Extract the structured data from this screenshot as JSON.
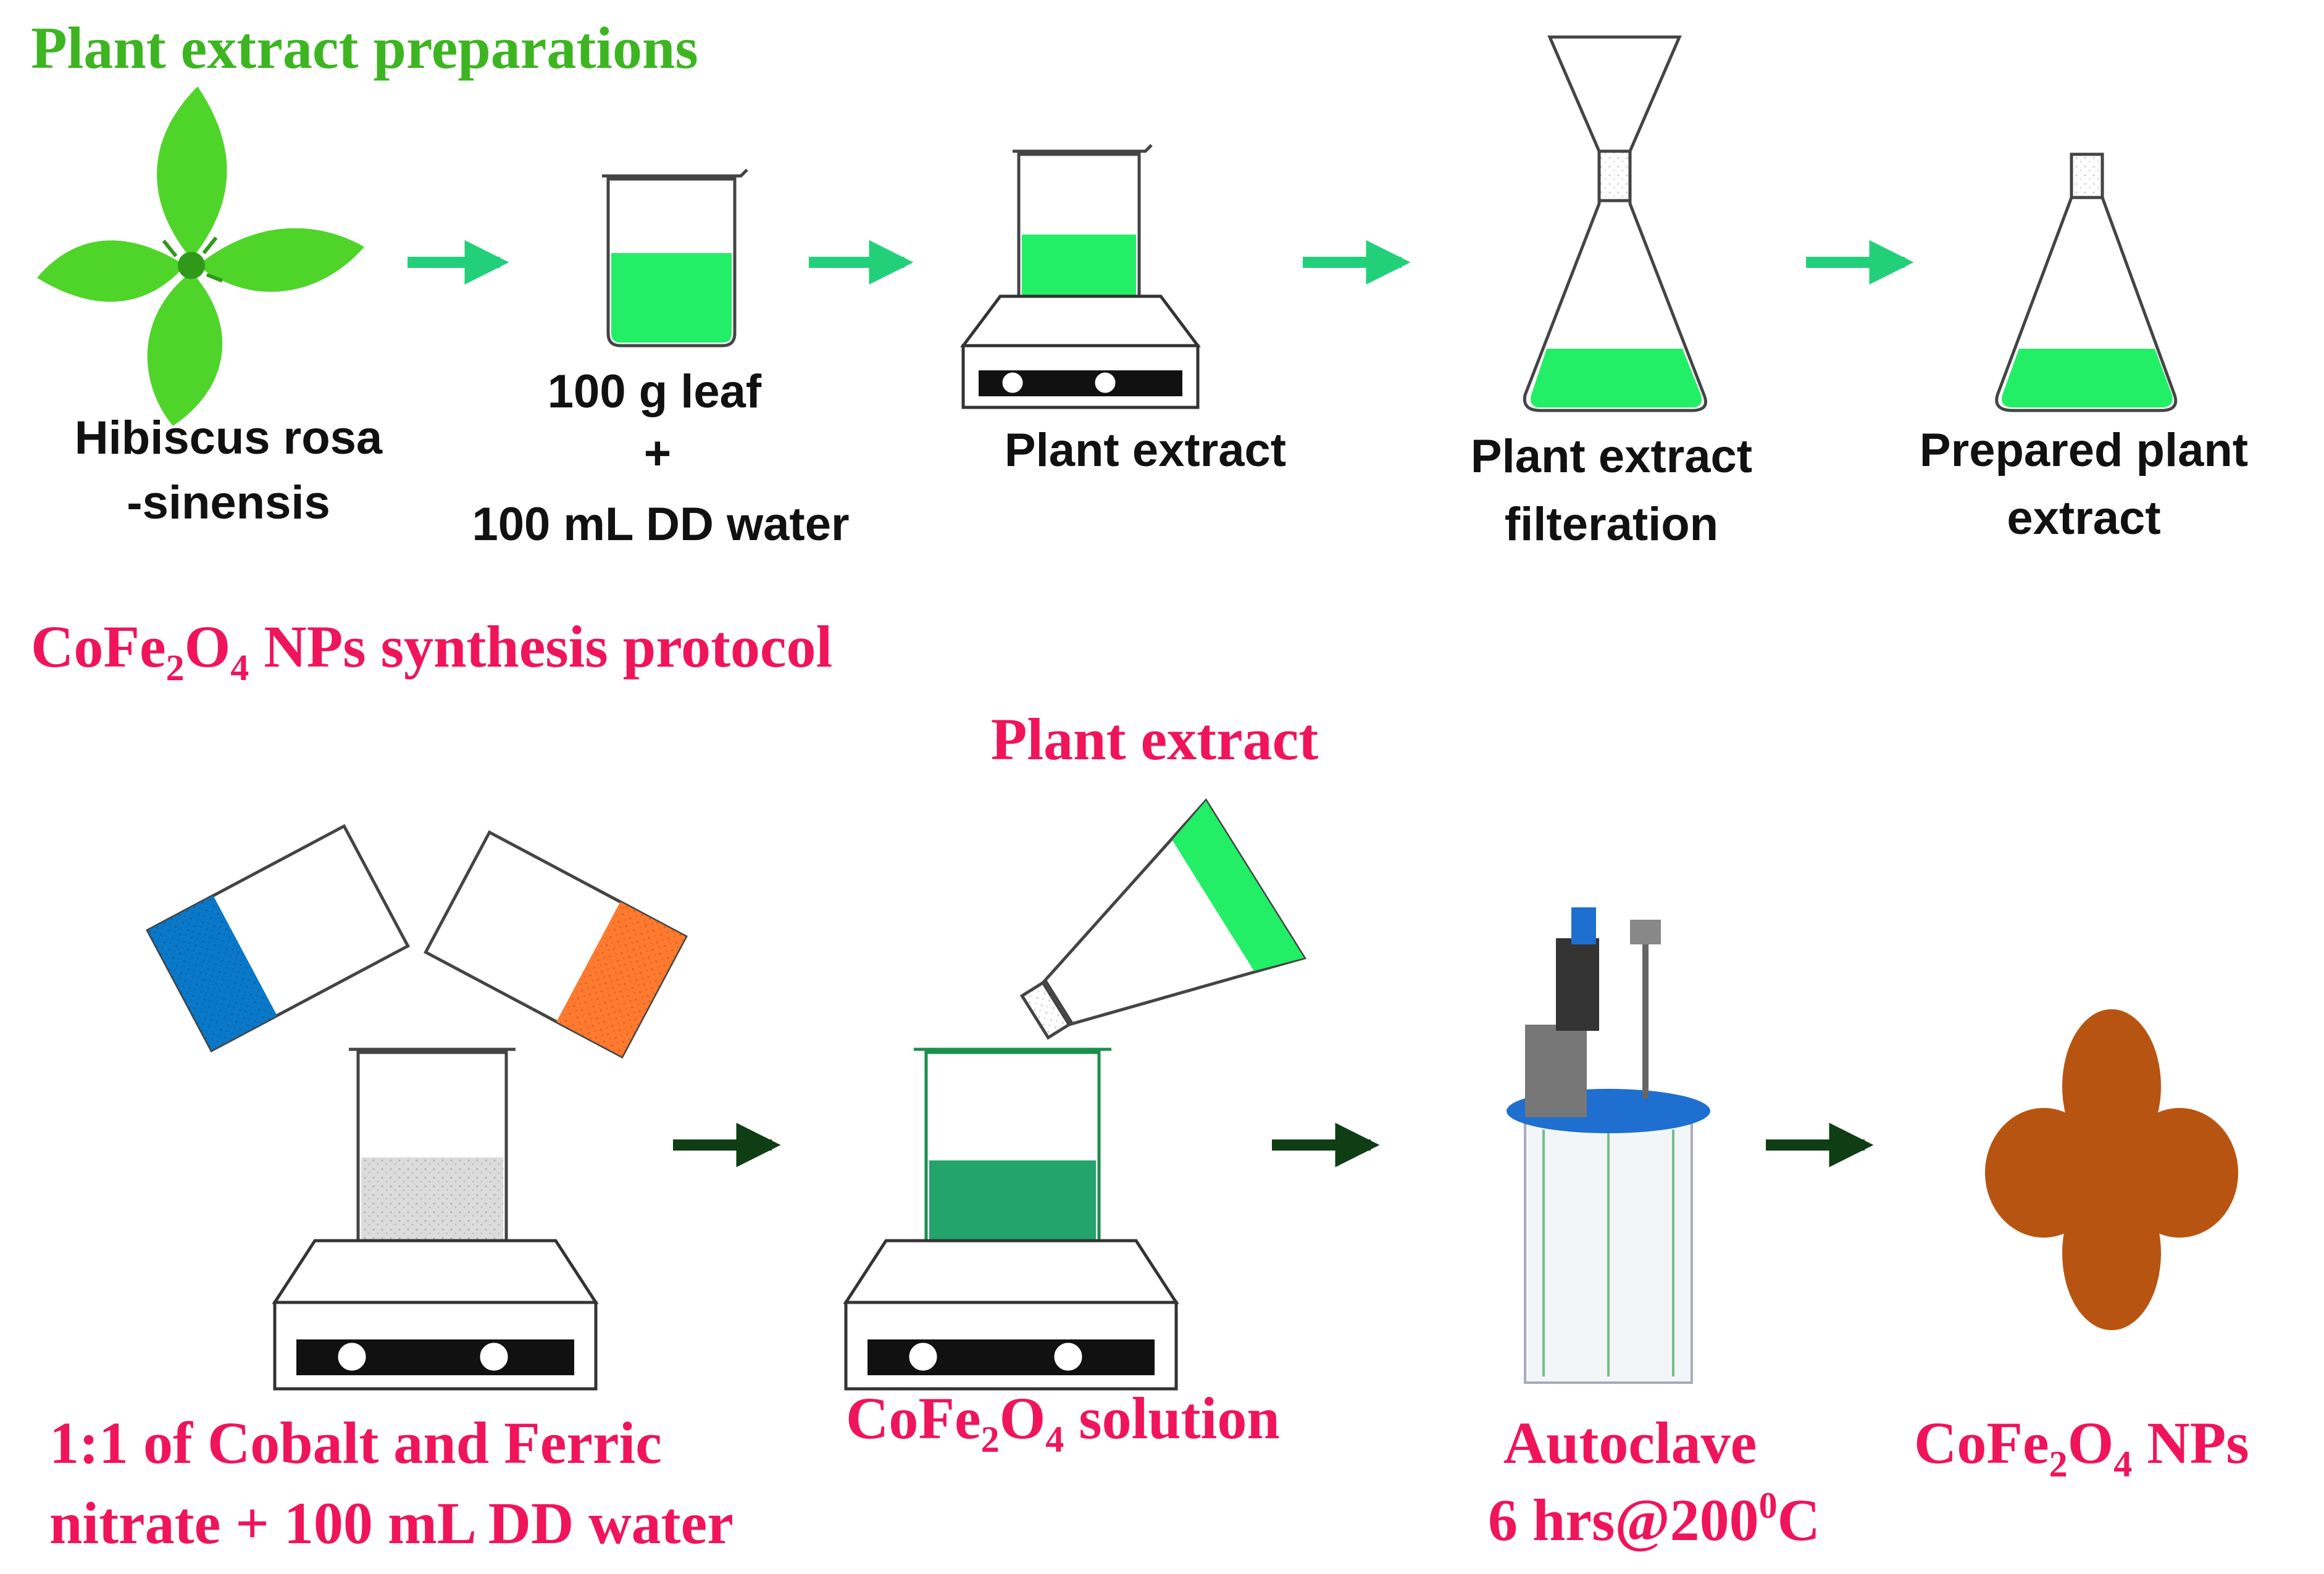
{
  "section1": {
    "title": "Plant extract preparations",
    "labels": {
      "hibiscus_line1": "Hibiscus rosa",
      "hibiscus_line2": "-sinensis",
      "mix_line1": "100 g leaf",
      "mix_line2": "+",
      "mix_line3": "100 mL DD water",
      "plant_extract": "Plant extract",
      "filtration_line1": "Plant extract",
      "filtration_line2": "filteration",
      "prepared_line1": "Prepared plant",
      "prepared_line2": "extract"
    }
  },
  "section2": {
    "title_prefix": "CoFe",
    "title_sub1": "2",
    "title_mid": "O",
    "title_sub2": "4",
    "title_suffix": " NPs synthesis protocol",
    "plant_extract_label": "Plant extract",
    "labels": {
      "nitrate_line1": "1:1 of Cobalt and Ferric",
      "nitrate_line2": "nitrate + 100 mL DD water",
      "solution_prefix": "CoFe",
      "solution_sub1": "2",
      "solution_mid": "O",
      "solution_sub2": "4",
      "solution_suffix": " solution",
      "autoclave_line1": "Autoclave",
      "autoclave_line2_prefix": "6 hrs@200",
      "autoclave_line2_sup": "0",
      "autoclave_line2_suffix": "C",
      "nps_prefix": "CoFe",
      "nps_sub1": "2",
      "nps_mid": "O",
      "nps_sub2": "4",
      "nps_suffix": " NPs"
    }
  },
  "colors": {
    "section1_title": "#3cb521",
    "section2_text": "#f0145a",
    "leaf": "#4fd42a",
    "leaf_dark": "#2f9a1a",
    "extract": "#22ee66",
    "arrow_green": "#23d07a",
    "arrow_dark": "#0f3d14",
    "cobalt": "#0a78c8",
    "ferric": "#ff7a2e",
    "solution_green": "#22a46b",
    "nanoparticle": "#b85412",
    "autoclave_blue": "#1e6fd0"
  }
}
